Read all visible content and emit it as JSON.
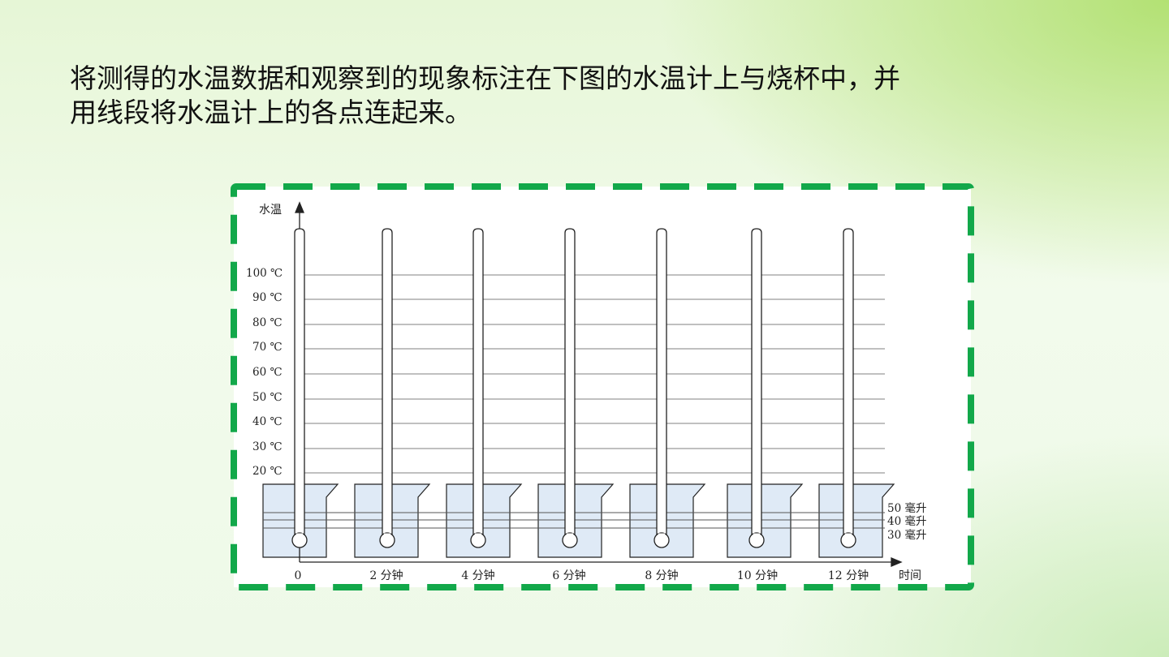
{
  "instruction": {
    "line1": "将测得的水温数据和观察到的现象标注在下图的水温计上与烧杯中，并",
    "line2": "用线段将水温计上的各点连起来。"
  },
  "diagram": {
    "y_axis_label": "水温",
    "x_axis_label": "时间",
    "temperature_labels": [
      "100 ℃",
      "90 ℃",
      "80 ℃",
      "70 ℃",
      "60 ℃",
      "50 ℃",
      "40 ℃",
      "30 ℃",
      "20 ℃"
    ],
    "time_labels": [
      "0",
      "2 分钟",
      "4 分钟",
      "6 分钟",
      "8 分钟",
      "10 分钟",
      "12 分钟"
    ],
    "volume_labels": [
      "50 毫升",
      "40 毫升",
      "30 毫升"
    ],
    "colors": {
      "frame_border": "#12a84a",
      "water": "#dfeaf6",
      "grid": "#808080"
    }
  }
}
